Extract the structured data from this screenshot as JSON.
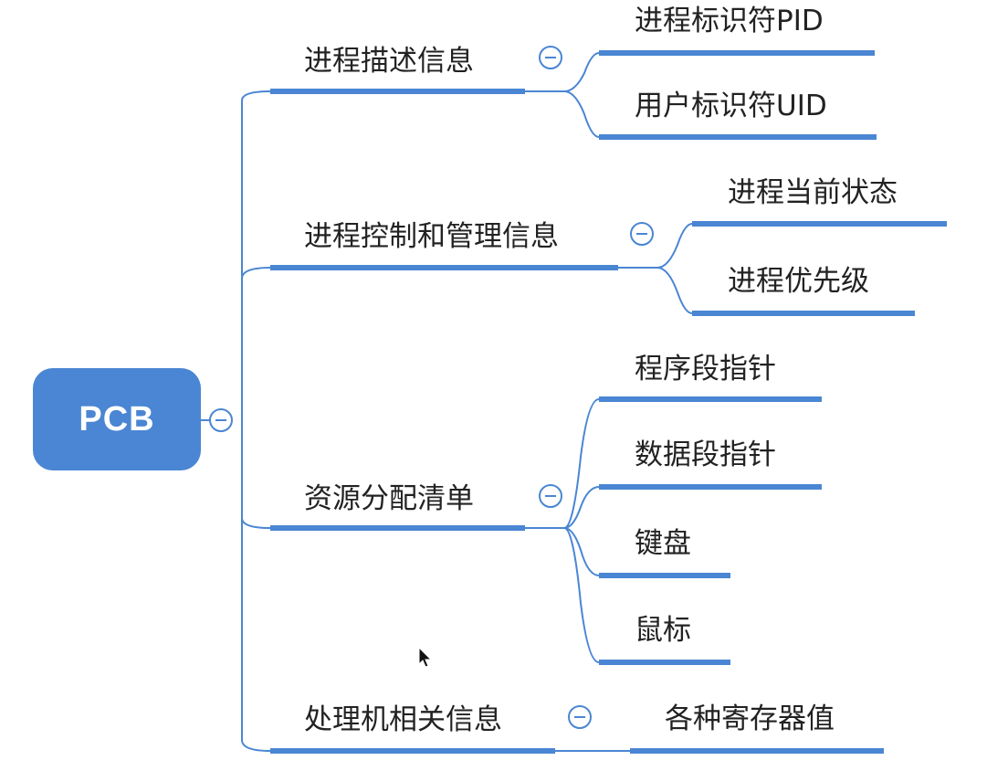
{
  "root": {
    "label": "PCB"
  },
  "branches": [
    {
      "label": "进程描述信息",
      "children": [
        "进程标识符PID",
        "用户标识符UID"
      ]
    },
    {
      "label": "进程控制和管理信息",
      "children": [
        "进程当前状态",
        "进程优先级"
      ]
    },
    {
      "label": "资源分配清单",
      "children": [
        "程序段指针",
        "数据段指针",
        "键盘",
        "鼠标"
      ]
    },
    {
      "label": "处理机相关信息",
      "children": [
        "各种寄存器值"
      ]
    }
  ],
  "colors": {
    "accent": "#4a86d3",
    "node_fill": "#4a86d3",
    "text": "#222222"
  },
  "icons": {
    "collapse": "minus-circle-icon",
    "cursor": "mouse-pointer-icon"
  }
}
